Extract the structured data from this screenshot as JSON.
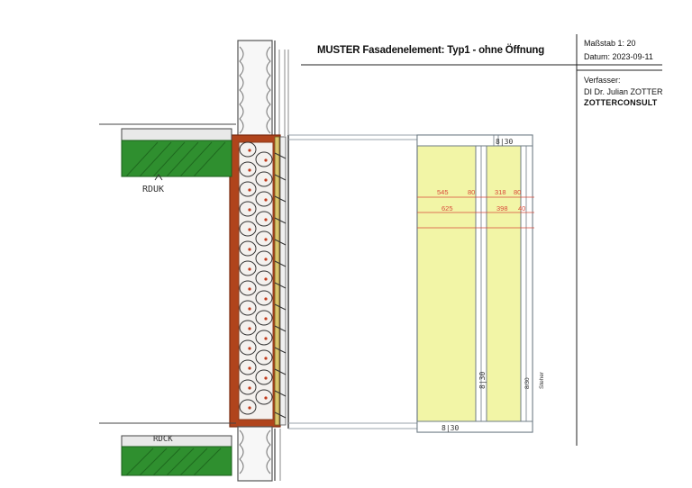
{
  "title_block": {
    "title": "MUSTER Fasadenelement: Typ1 - ohne Öffnung",
    "scale": "Maßstab 1: 20",
    "date": "Datum: 2023-09-11",
    "author_label": "Verfasser:",
    "author_name": "DI Dr. Julian ZOTTER",
    "firm": "ZOTTERCONSULT"
  },
  "section": {
    "label_top": "RDUK",
    "label_bottom": "RDCK"
  },
  "elevation": {
    "dims_row1": [
      "545",
      "80",
      "318",
      "80"
    ],
    "dims_row2": [
      "625",
      "398",
      "40"
    ],
    "post_label_top": "8|30",
    "post_label_mid": "8|30",
    "post_label_bottom": "8|30",
    "side_post": "8/30",
    "side_post_label": "Steher"
  },
  "colors": {
    "slab_green": "#2f8f2f",
    "timber_brown": "#b0441c",
    "panel_yellow": "#f2f5a6",
    "dim_red": "#d94a3a",
    "frame_gray": "#8c9aa6"
  }
}
